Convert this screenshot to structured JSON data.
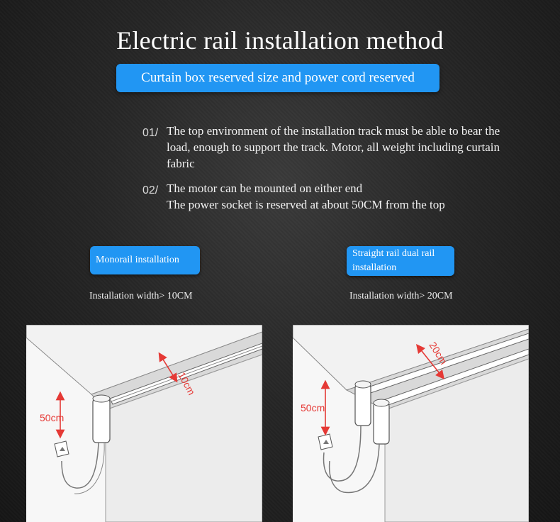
{
  "header": {
    "title": "Electric rail installation method",
    "subtitle": "Curtain box reserved size and power cord reserved"
  },
  "notes": [
    {
      "number": "01/",
      "lines": [
        "The top environment of the installation track must be able to bear the",
        "load, enough to support the track. Motor, all weight including curtain",
        "fabric"
      ]
    },
    {
      "number": "02/",
      "lines": [
        "The motor can be mounted on either end",
        "The power socket is reserved at about 50CM from the top"
      ]
    }
  ],
  "options": [
    {
      "label": "Monorail installation",
      "width_text": "Installation width> 10CM",
      "width_dimension": "10cm",
      "height_dimension": "50cm"
    },
    {
      "label": "Straight rail dual rail installation",
      "width_text": "Installation width> 20CM",
      "width_dimension": "20cm",
      "height_dimension": "50cm"
    }
  ],
  "colors": {
    "accent_blue": "#2196f3",
    "dimension_red": "#e53935",
    "background": "#262626"
  }
}
